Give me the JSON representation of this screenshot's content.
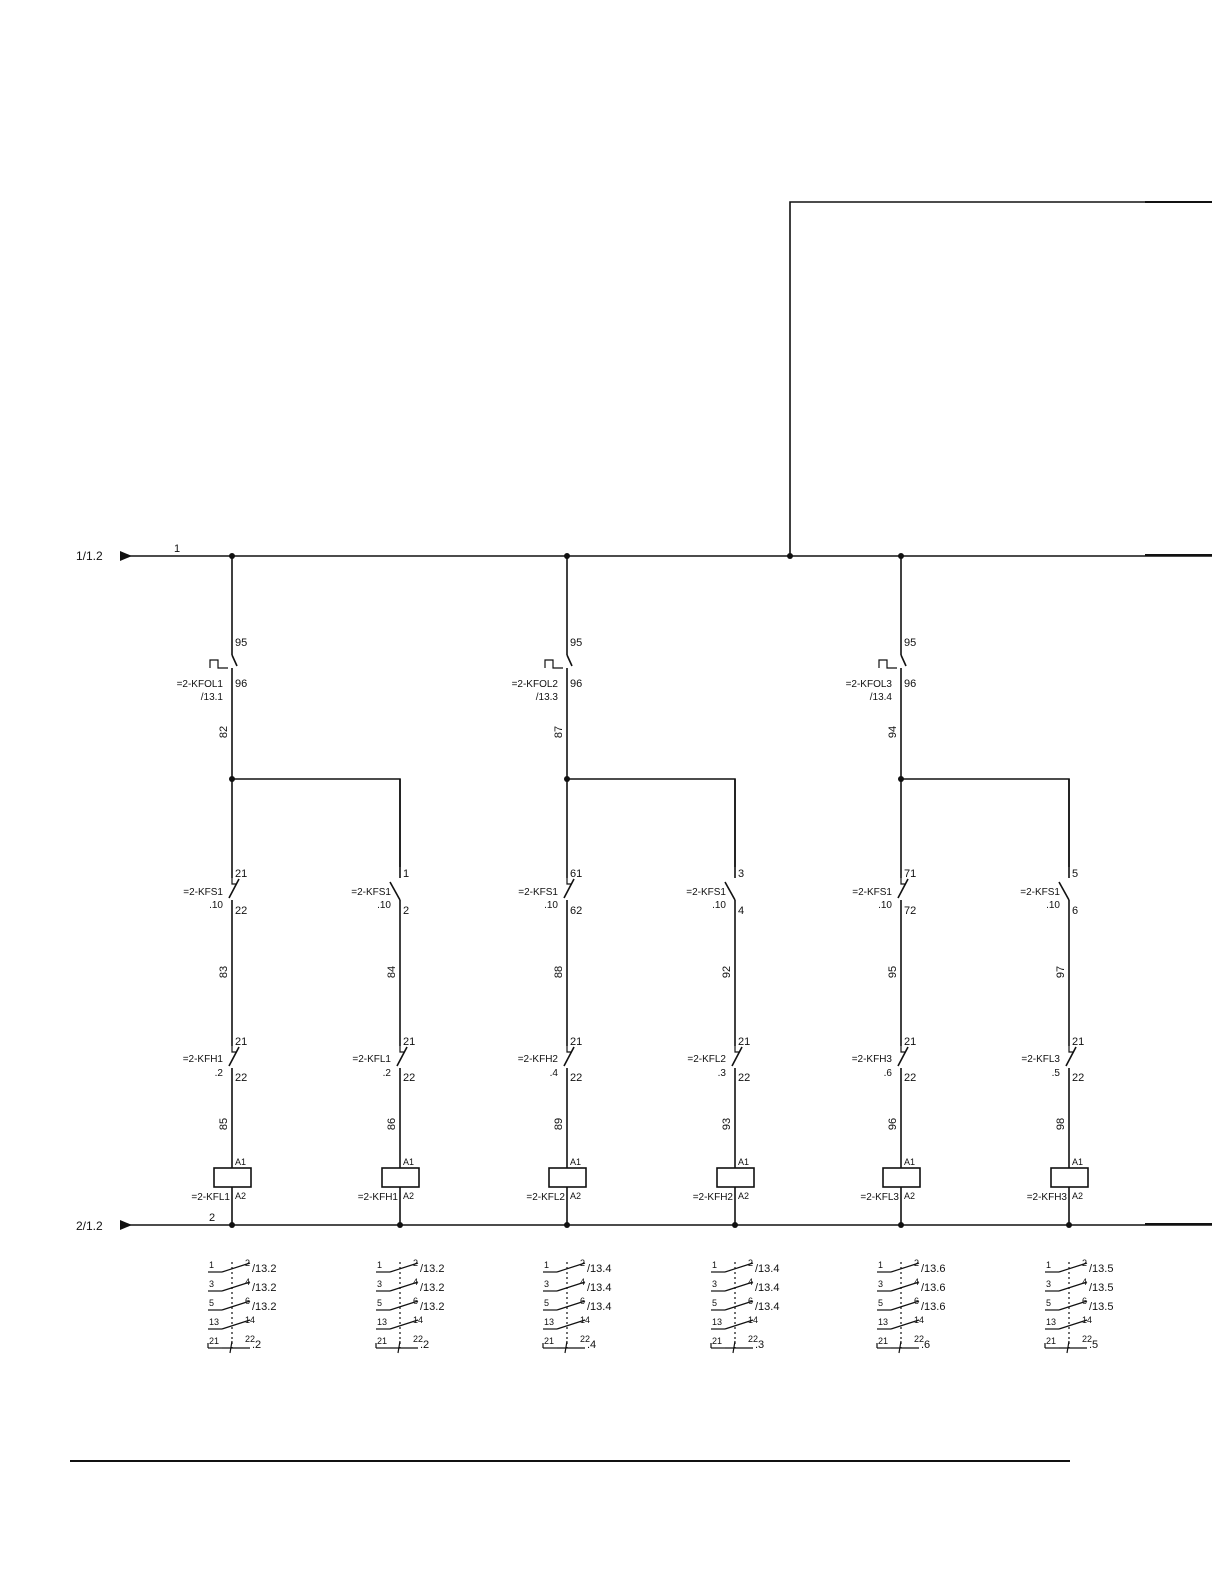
{
  "page": {
    "background": "#ffffff",
    "line_color": "#111111"
  },
  "buses": {
    "top_ref": "1/1.2",
    "top_wire": "1",
    "bottom_ref": "2/1.2",
    "bottom_wire": "2"
  },
  "branches": [
    {
      "overload": {
        "tag": "=2-KFOL1",
        "ref": "/13.1",
        "t_in": "95",
        "t_out": "96"
      },
      "wire_after_overload": "82",
      "rungs": [
        {
          "switch": {
            "tag": "=2-KFS1",
            "ref": ".10",
            "t_in": "21",
            "t_out": "22",
            "type": "nc"
          },
          "wire_mid": "83",
          "interlock": {
            "tag": "=2-KFH1",
            "ref": ".2",
            "t_in": "21",
            "t_out": "22"
          },
          "wire_coil": "85",
          "coil": {
            "tag": "=2-KFL1",
            "a1": "A1",
            "a2": "A2"
          },
          "contacts": {
            "rows": [
              {
                "a": "1",
                "b": "2",
                "ref": "/13.2"
              },
              {
                "a": "3",
                "b": "4",
                "ref": "/13.2"
              },
              {
                "a": "5",
                "b": "6",
                "ref": "/13.2"
              },
              {
                "a": "13",
                "b": "14",
                "ref": ""
              },
              {
                "a": "21",
                "b": "22",
                "ref": ".2"
              }
            ]
          }
        },
        {
          "switch": {
            "tag": "=2-KFS1",
            "ref": ".10",
            "t_in": "1",
            "t_out": "2",
            "type": "no"
          },
          "wire_mid": "84",
          "interlock": {
            "tag": "=2-KFL1",
            "ref": ".2",
            "t_in": "21",
            "t_out": "22"
          },
          "wire_coil": "86",
          "coil": {
            "tag": "=2-KFH1",
            "a1": "A1",
            "a2": "A2"
          },
          "contacts": {
            "rows": [
              {
                "a": "1",
                "b": "2",
                "ref": "/13.2"
              },
              {
                "a": "3",
                "b": "4",
                "ref": "/13.2"
              },
              {
                "a": "5",
                "b": "6",
                "ref": "/13.2"
              },
              {
                "a": "13",
                "b": "14",
                "ref": ""
              },
              {
                "a": "21",
                "b": "22",
                "ref": ".2"
              }
            ]
          }
        }
      ]
    },
    {
      "overload": {
        "tag": "=2-KFOL2",
        "ref": "/13.3",
        "t_in": "95",
        "t_out": "96"
      },
      "wire_after_overload": "87",
      "rungs": [
        {
          "switch": {
            "tag": "=2-KFS1",
            "ref": ".10",
            "t_in": "61",
            "t_out": "62",
            "type": "nc"
          },
          "wire_mid": "88",
          "interlock": {
            "tag": "=2-KFH2",
            "ref": ".4",
            "t_in": "21",
            "t_out": "22"
          },
          "wire_coil": "89",
          "coil": {
            "tag": "=2-KFL2",
            "a1": "A1",
            "a2": "A2"
          },
          "contacts": {
            "rows": [
              {
                "a": "1",
                "b": "2",
                "ref": "/13.4"
              },
              {
                "a": "3",
                "b": "4",
                "ref": "/13.4"
              },
              {
                "a": "5",
                "b": "6",
                "ref": "/13.4"
              },
              {
                "a": "13",
                "b": "14",
                "ref": ""
              },
              {
                "a": "21",
                "b": "22",
                "ref": ".4"
              }
            ]
          }
        },
        {
          "switch": {
            "tag": "=2-KFS1",
            "ref": ".10",
            "t_in": "3",
            "t_out": "4",
            "type": "no"
          },
          "wire_mid": "92",
          "interlock": {
            "tag": "=2-KFL2",
            "ref": ".3",
            "t_in": "21",
            "t_out": "22"
          },
          "wire_coil": "93",
          "coil": {
            "tag": "=2-KFH2",
            "a1": "A1",
            "a2": "A2"
          },
          "contacts": {
            "rows": [
              {
                "a": "1",
                "b": "2",
                "ref": "/13.4"
              },
              {
                "a": "3",
                "b": "4",
                "ref": "/13.4"
              },
              {
                "a": "5",
                "b": "6",
                "ref": "/13.4"
              },
              {
                "a": "13",
                "b": "14",
                "ref": ""
              },
              {
                "a": "21",
                "b": "22",
                "ref": ".3"
              }
            ]
          }
        }
      ]
    },
    {
      "overload": {
        "tag": "=2-KFOL3",
        "ref": "/13.4",
        "t_in": "95",
        "t_out": "96"
      },
      "wire_after_overload": "94",
      "rungs": [
        {
          "switch": {
            "tag": "=2-KFS1",
            "ref": ".10",
            "t_in": "71",
            "t_out": "72",
            "type": "nc"
          },
          "wire_mid": "95",
          "interlock": {
            "tag": "=2-KFH3",
            "ref": ".6",
            "t_in": "21",
            "t_out": "22"
          },
          "wire_coil": "96",
          "coil": {
            "tag": "=2-KFL3",
            "a1": "A1",
            "a2": "A2"
          },
          "contacts": {
            "rows": [
              {
                "a": "1",
                "b": "2",
                "ref": "/13.6"
              },
              {
                "a": "3",
                "b": "4",
                "ref": "/13.6"
              },
              {
                "a": "5",
                "b": "6",
                "ref": "/13.6"
              },
              {
                "a": "13",
                "b": "14",
                "ref": ""
              },
              {
                "a": "21",
                "b": "22",
                "ref": ".6"
              }
            ]
          }
        },
        {
          "switch": {
            "tag": "=2-KFS1",
            "ref": ".10",
            "t_in": "5",
            "t_out": "6",
            "type": "no"
          },
          "wire_mid": "97",
          "interlock": {
            "tag": "=2-KFL3",
            "ref": ".5",
            "t_in": "21",
            "t_out": "22"
          },
          "wire_coil": "98",
          "coil": {
            "tag": "=2-KFH3",
            "a1": "A1",
            "a2": "A2"
          },
          "contacts": {
            "rows": [
              {
                "a": "1",
                "b": "2",
                "ref": "/13.5"
              },
              {
                "a": "3",
                "b": "4",
                "ref": "/13.5"
              },
              {
                "a": "5",
                "b": "6",
                "ref": "/13.5"
              },
              {
                "a": "13",
                "b": "14",
                "ref": ""
              },
              {
                "a": "21",
                "b": "22",
                "ref": ".5"
              }
            ]
          }
        }
      ]
    }
  ]
}
